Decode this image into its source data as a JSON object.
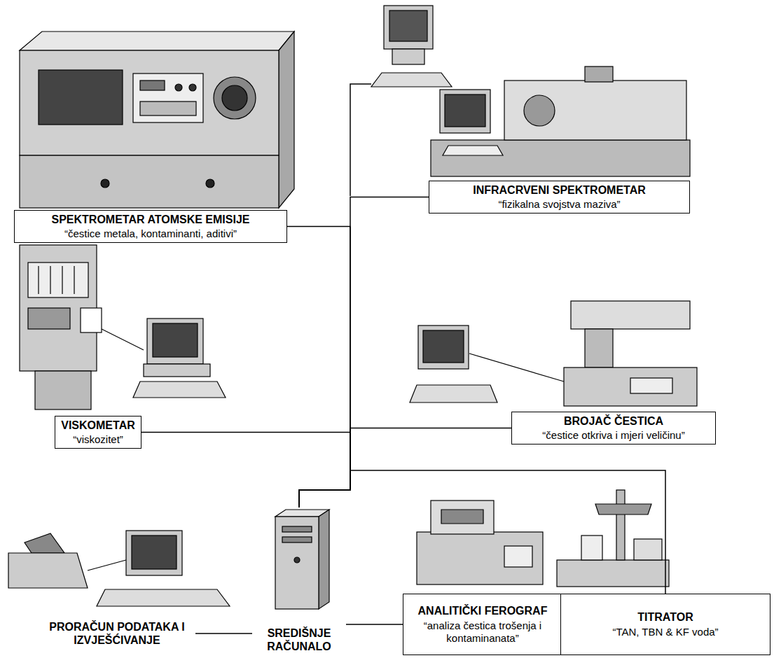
{
  "diagram": {
    "nodes": [
      {
        "text": [
          "SPEKTROMETAR ATOMSKE EMISIJE",
          "“čestice metala, kontaminanti, aditivi”"
        ]
      },
      {
        "text": [
          "INFRACRVENI SPEKTROMETAR",
          "“fizikalna svojstva maziva”"
        ]
      },
      {
        "text": [
          "VISKOMETAR",
          "“viskozitet”"
        ]
      },
      {
        "text": [
          "BROJAČ ČESTICA",
          "“čestice otkriva i mjeri veličinu”"
        ]
      },
      {
        "text": [
          "PRORAČUN PODATAKA I IZVJEŠĆIVANJE"
        ]
      },
      {
        "text": [
          "SREDIŠNJE RAČUNALO"
        ]
      },
      {
        "text": [
          "ANALITIČKI FEROGRAF",
          "“analiza čestica trošenja i kontaminanata”"
        ]
      },
      {
        "text": [
          "TITRATOR",
          "“TAN, TBN & KF voda”"
        ]
      }
    ],
    "edges": [
      {
        "from": 0,
        "to": 5,
        "arrow": "none"
      },
      {
        "from": 1,
        "to": 5,
        "arrow": "none"
      },
      {
        "from": 2,
        "to": 5,
        "arrow": "none"
      },
      {
        "from": 3,
        "to": 5,
        "arrow": "none"
      },
      {
        "from": 4,
        "to": 5,
        "arrow": "none"
      },
      {
        "from": 6,
        "to": 5,
        "arrow": "none"
      },
      {
        "from": 7,
        "to": 5,
        "arrow": "none"
      }
    ]
  }
}
